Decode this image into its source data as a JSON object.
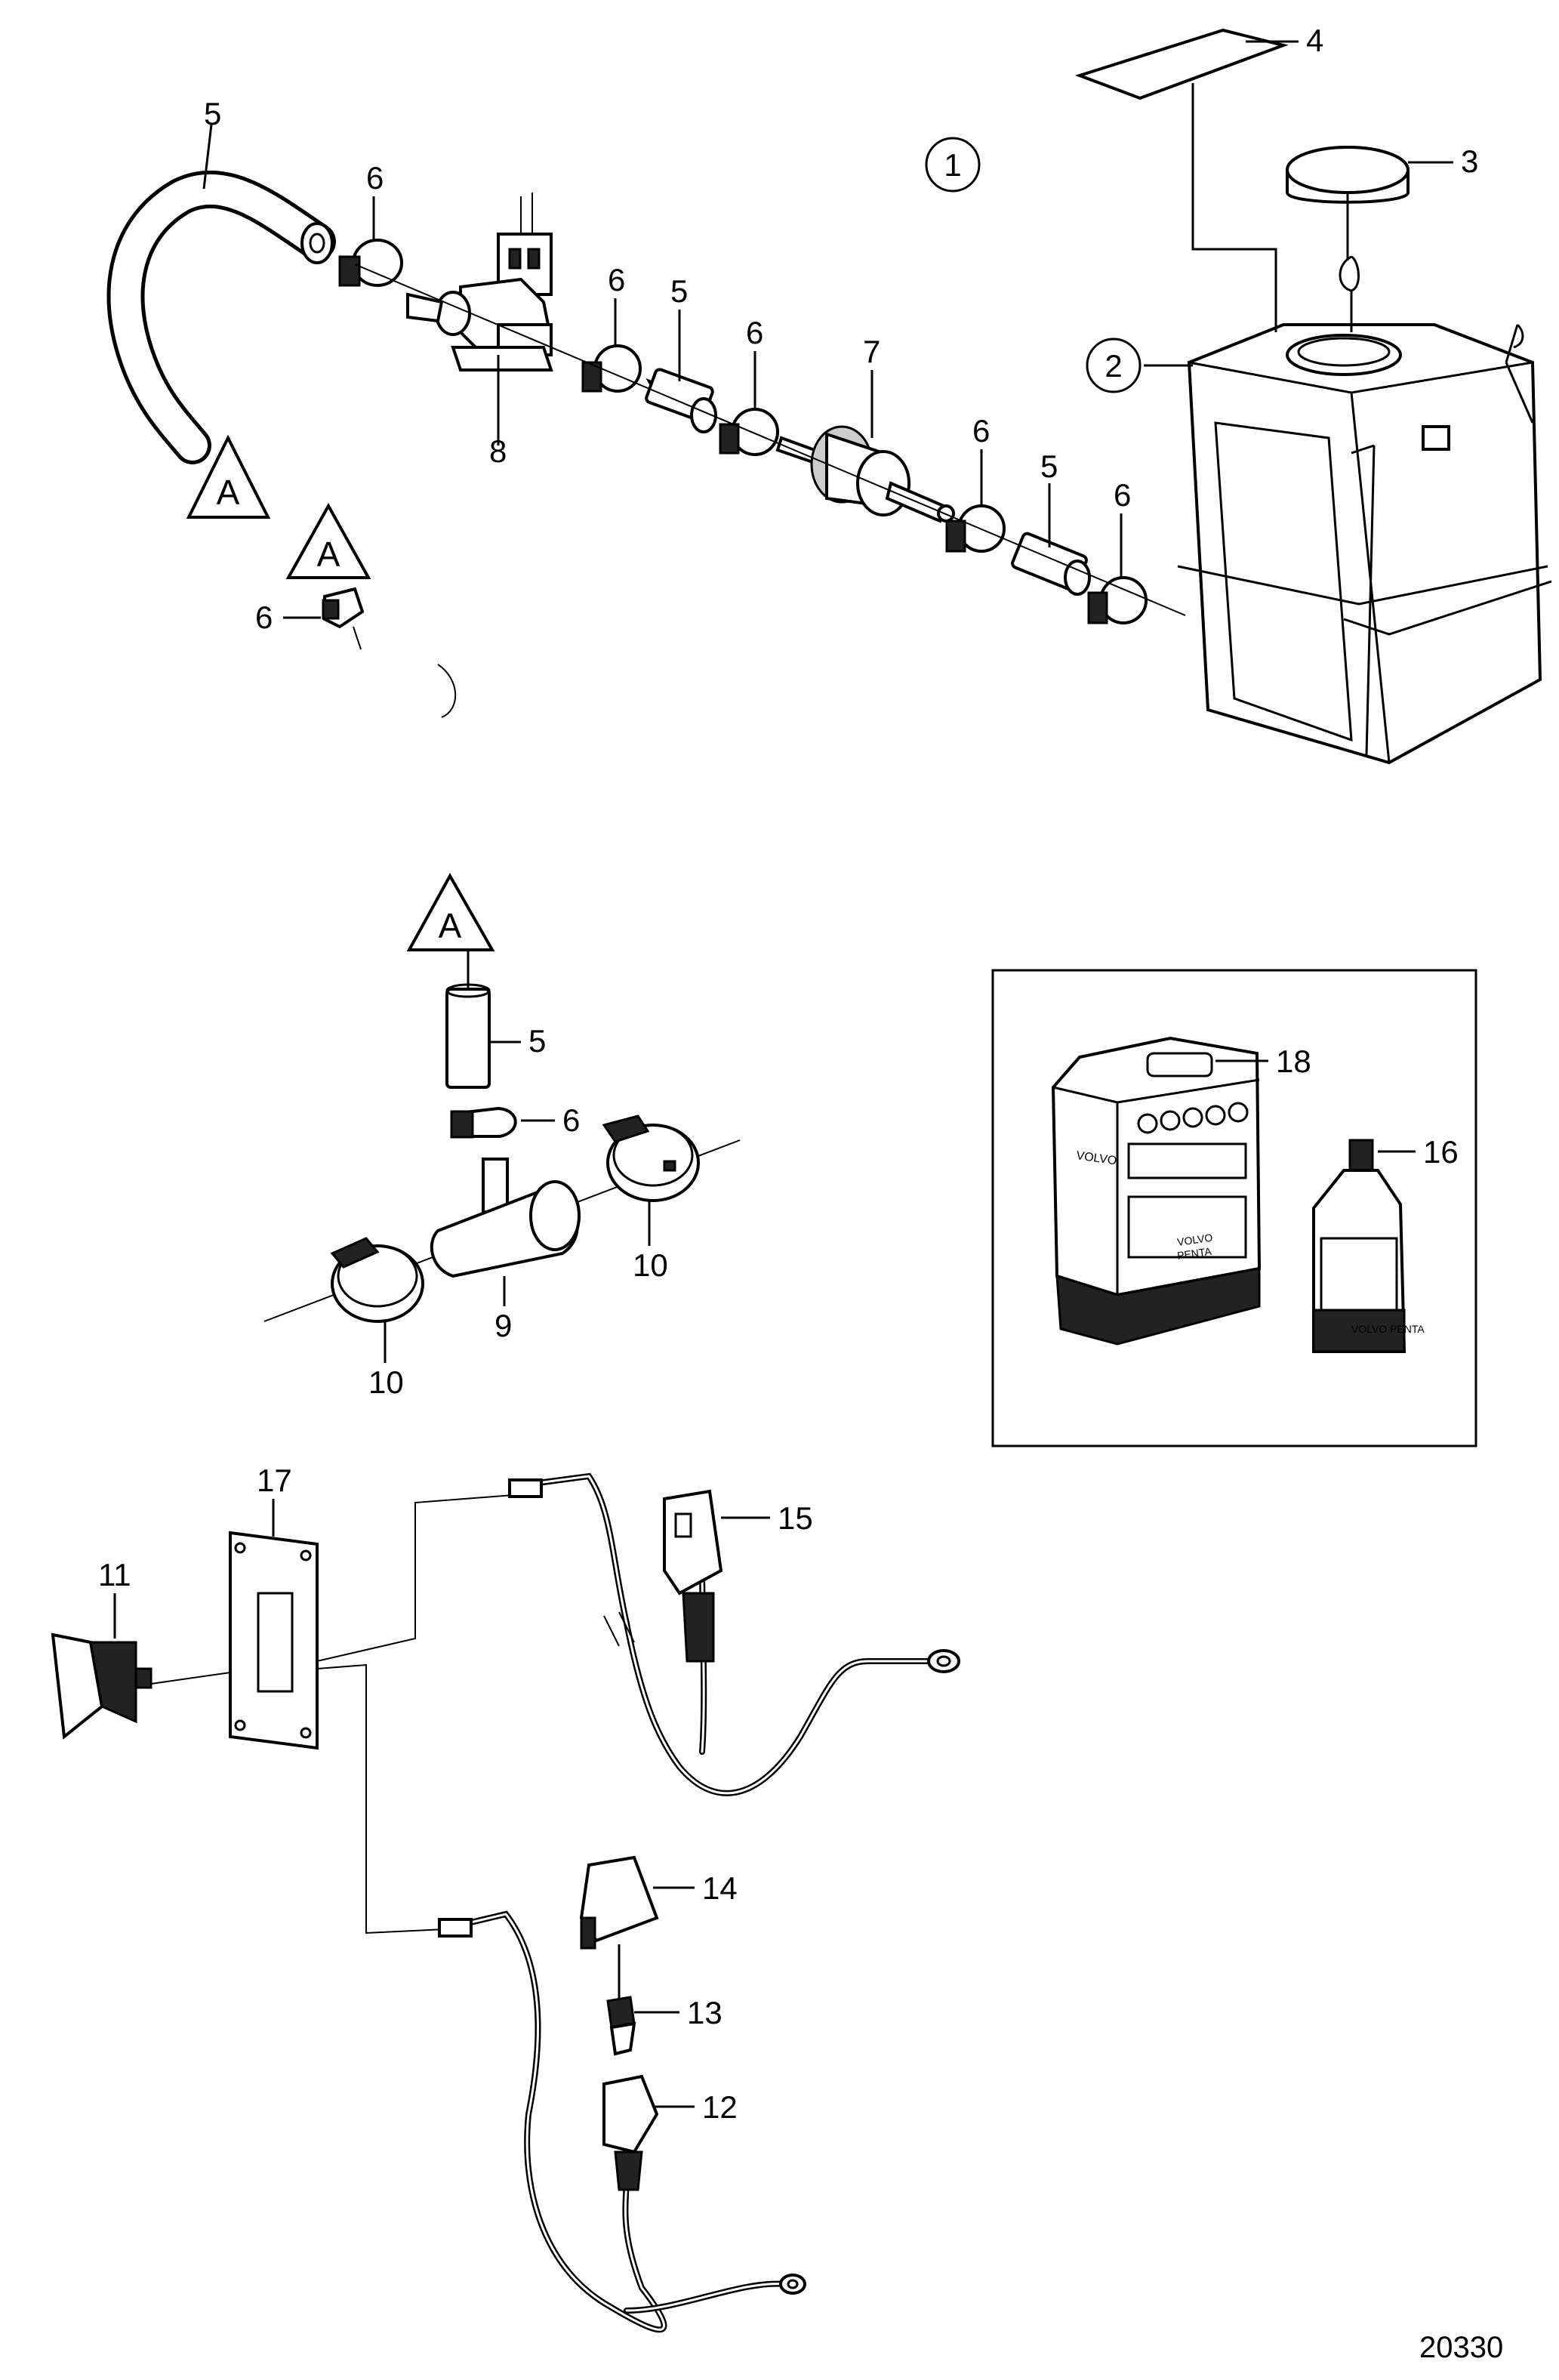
{
  "labels": {
    "circle_1": "1",
    "circle_2": "2",
    "l3": "3",
    "l4": "4",
    "l5_hose_top": "5",
    "l5_mid": "5",
    "l5_right": "5",
    "l5_lower": "5",
    "l6_a": "6",
    "l6_b": "6",
    "l6_c": "6",
    "l6_d": "6",
    "l6_e": "6",
    "l6_nozzle": "6",
    "l6_lower": "6",
    "l7": "7",
    "l8": "8",
    "l9": "9",
    "l10_left": "10",
    "l10_right": "10",
    "l11": "11",
    "l12": "12",
    "l13": "13",
    "l14": "14",
    "l15": "15",
    "l16": "16",
    "l17": "17",
    "l18": "18"
  },
  "markers": {
    "tri_a1": "A",
    "tri_a2": "A",
    "tri_a3": "A"
  },
  "drawing_number": "20330",
  "product_marks": {
    "can_brand_line1": "VOLVO",
    "can_brand_line2": "PENTA",
    "bottle_brand": "VOLVO PENTA"
  }
}
